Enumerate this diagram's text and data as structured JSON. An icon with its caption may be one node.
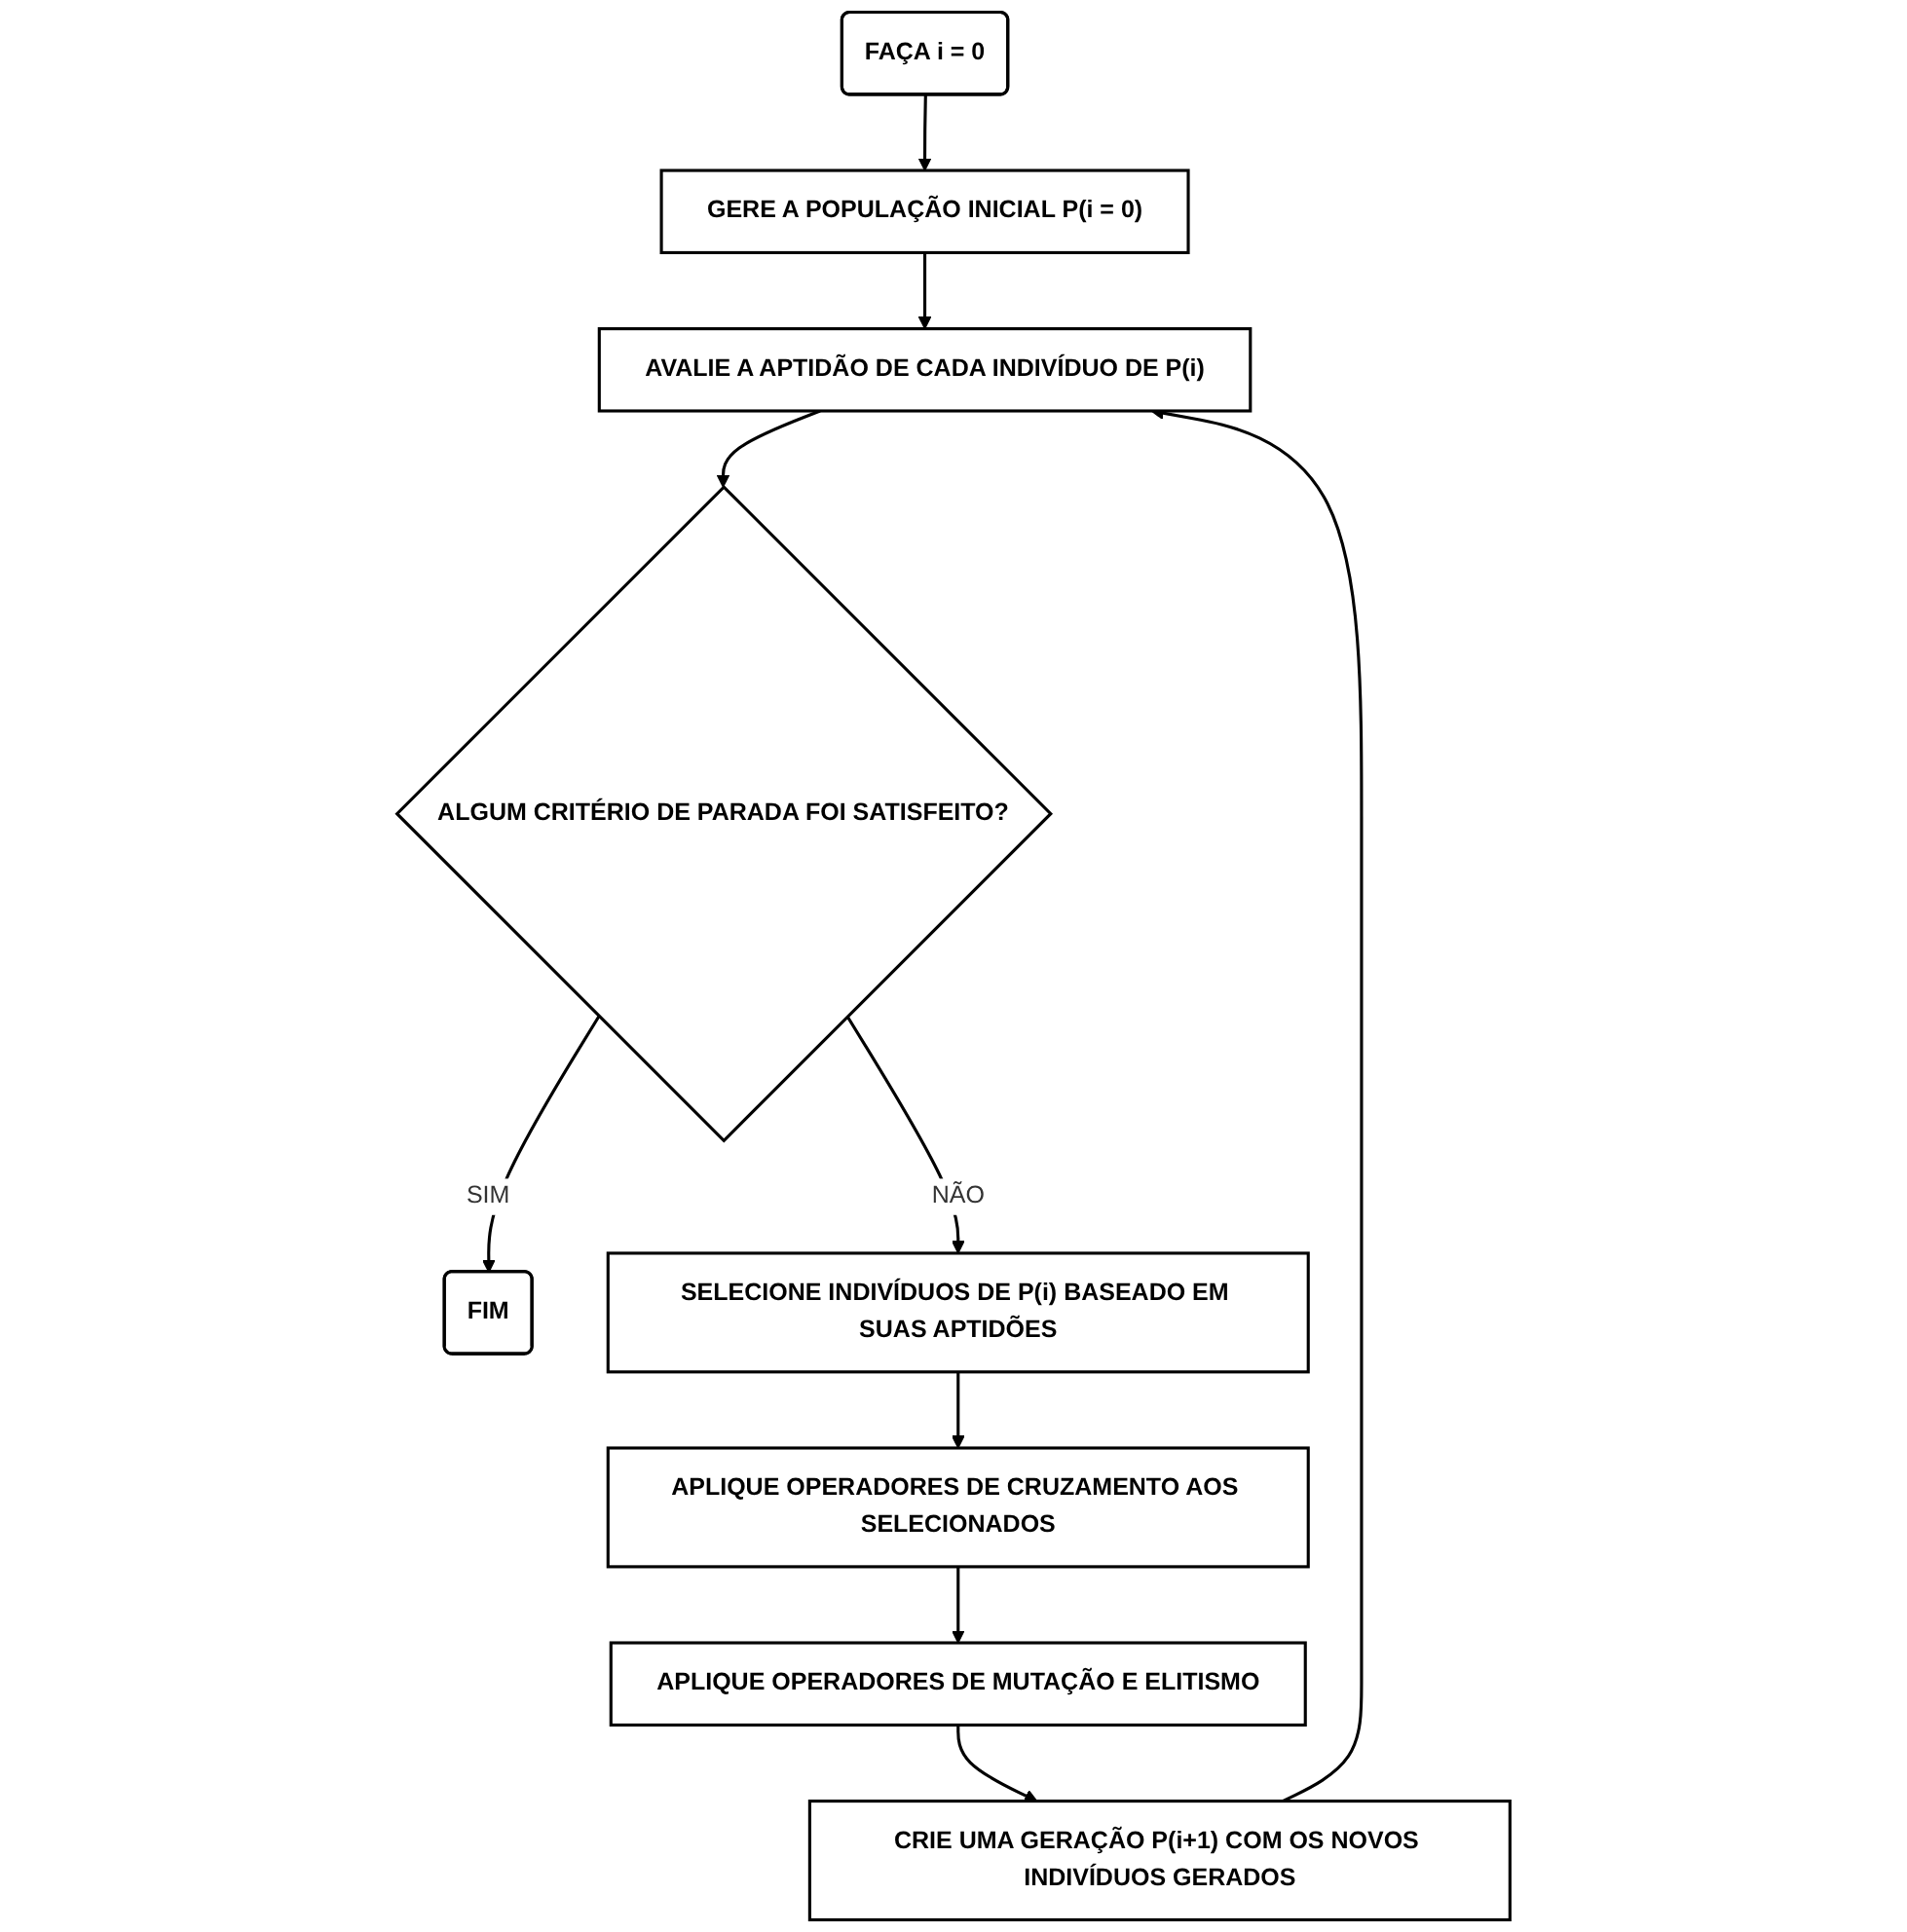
{
  "diagram": {
    "nodes": [
      {
        "text": [
          "FAÇA i = 0"
        ]
      },
      {
        "text": [
          "GERE A POPULAÇÃO INICIAL P(i = 0)"
        ]
      },
      {
        "text": [
          "AVALIE A APTIDÃO DE CADA INDIVÍDUO DE P(i)"
        ]
      },
      {
        "text": [
          "ALGUM CRITÉRIO DE PARADA FOI SATISFEITO?"
        ]
      },
      {
        "text": [
          "FIM"
        ]
      },
      {
        "text": [
          "SELECIONE INDIVÍDUOS DE P(i) BASEADO EM SUAS APTIDÕES"
        ]
      },
      {
        "text": [
          "APLIQUE OPERADORES DE CRUZAMENTO AOS SELECIONADOS"
        ]
      },
      {
        "text": [
          "APLIQUE OPERADORES DE MUTAÇÃO E ELITISMO"
        ]
      },
      {
        "text": [
          "CRIE UMA GERAÇÃO P(i+1) COM OS NOVOS INDIVÍDUOS GERADOS"
        ]
      }
    ],
    "edges": [
      {
        "from": 0,
        "to": 1,
        "arrow": "to"
      },
      {
        "from": 1,
        "to": 2,
        "arrow": "to"
      },
      {
        "from": 2,
        "to": 3,
        "arrow": "to"
      },
      {
        "from": 3,
        "to": 4,
        "label": "SIM",
        "arrow": "to"
      },
      {
        "from": 3,
        "to": 5,
        "label": "NÃO",
        "arrow": "to"
      },
      {
        "from": 5,
        "to": 6,
        "arrow": "to"
      },
      {
        "from": 6,
        "to": 7,
        "arrow": "to"
      },
      {
        "from": 7,
        "to": 8,
        "arrow": "to"
      },
      {
        "from": 8,
        "to": 2,
        "arrow": "to"
      }
    ]
  }
}
